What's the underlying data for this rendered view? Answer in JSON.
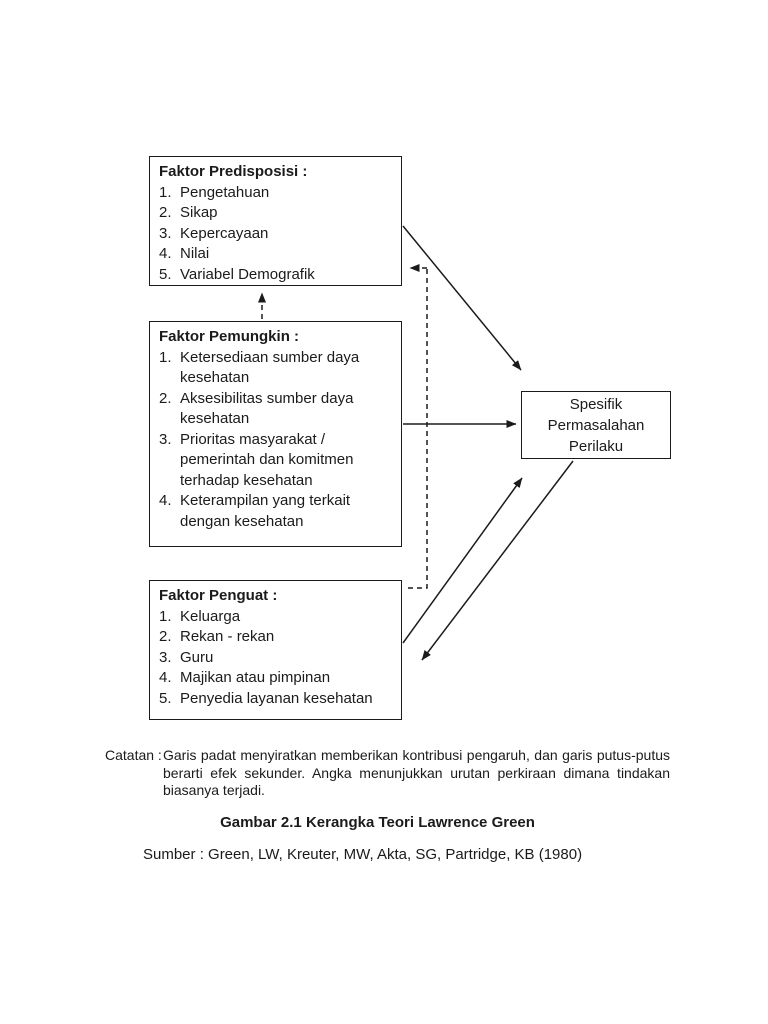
{
  "colors": {
    "ink": "#1b1b1b",
    "paper": "#ffffff"
  },
  "diagram": {
    "boxes": {
      "predisposisi": {
        "title": "Faktor Predisposisi :",
        "items": [
          "Pengetahuan",
          "Sikap",
          "Kepercayaan",
          "Nilai",
          "Variabel Demografik"
        ]
      },
      "pemungkin": {
        "title": "Faktor Pemungkin :",
        "items": [
          "Ketersediaan sumber daya kesehatan",
          "Aksesibilitas sumber daya kesehatan",
          "Prioritas masyarakat / pemerintah dan komitmen terhadap kesehatan",
          "Keterampilan yang terkait dengan kesehatan"
        ]
      },
      "penguat": {
        "title": "Faktor Penguat :",
        "items": [
          "Keluarga",
          "Rekan - rekan",
          "Guru",
          "Majikan atau pimpinan",
          "Penyedia layanan kesehatan"
        ]
      },
      "perilaku": {
        "text": "Spesifik Permasalahan Perilaku"
      }
    }
  },
  "note": {
    "label": "Catatan :",
    "body": "Garis padat menyiratkan memberikan kontribusi pengaruh, dan garis putus-putus berarti efek sekunder. Angka menunjukkan urutan perkiraan dimana tindakan biasanya terjadi."
  },
  "caption": "Gambar 2.1 Kerangka Teori Lawrence Green",
  "source": "Sumber : Green, LW, Kreuter, MW, Akta, SG, Partridge, KB (1980)"
}
